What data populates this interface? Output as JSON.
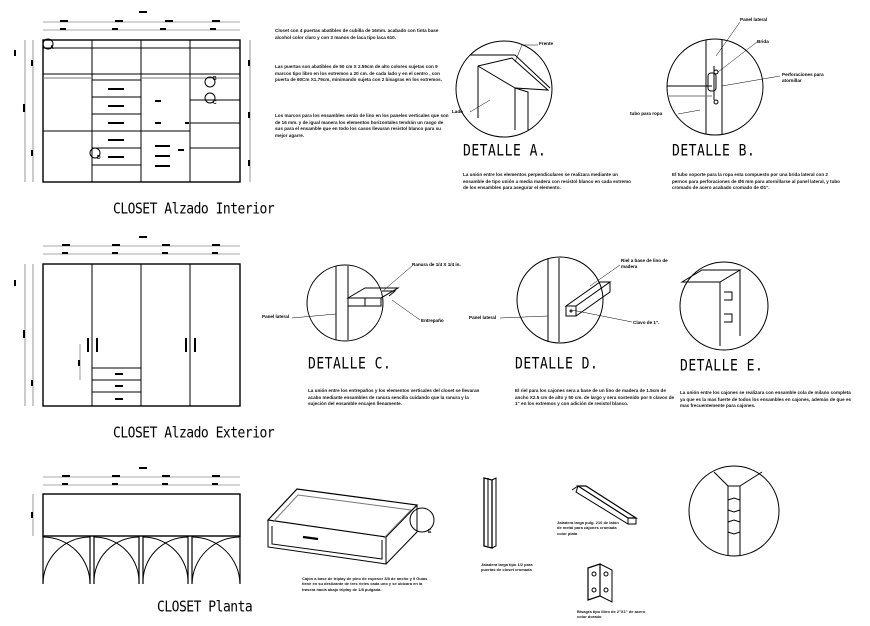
{
  "titles": {
    "interior": "CLOSET Alzado Interior",
    "exterior": "CLOSET Alzado Exterior",
    "planta": "CLOSET Planta"
  },
  "details": {
    "a": "DETALLE A.",
    "b": "DETALLE B.",
    "c": "DETALLE C.",
    "d": "DETALLE D.",
    "e": "DETALLE E."
  },
  "markers": {
    "a": "A",
    "b": "B",
    "c": "C",
    "d": "D",
    "e": "E"
  },
  "notes": {
    "n1": "Closet con 4 puertas abatibles de cubilla de 16mm. acabado con tinta base alcohol color claro y con 3 manos de laca tipo laca 610.",
    "n2": "Las puertas son abatibles de 50 cm X 2.59cm de alto colores sujetas con 9 marcos tipo libro en los extremos a 20 cm. de cada lado y en el centro , con puerta de 60Cm X1.79cm, minimando sujeta con 2 bisagras en los extremos.",
    "n3": "Los marcos para los ensambles serán de lino en los paneles verticales que son de 16 mm. y de igual manera los elementos horizontales tendrán un rasgo de sus para el ensamble que en todo los casos llevaran resistol blanco para su mejor agarre.",
    "n4": "La unión entre los elementos perpendiculares se realizara mediante un ensamble de tipo unión a media madera con resistol blanco en cada extremo de los ensambles para asegurar el elemento.",
    "n5": "El tubo soporte para la ropa esta compuesto por una brida lateral con 2 pernos para perforaciones de Ø5 mm para atornillarse al panel lateral, y tubo cromado de acero acabado cromado de Ø1\".",
    "n6": "La unión entre los entrepaños y los elementos verticales del closet se llevaran acabo mediante ensambles de ranura sencilla cuidando que la ranura y la sujeción del ensamble encajen llenamente.",
    "n7": "El riel para los cajones sera a base de un lino de madera de 1.5cm de ancho X2.5 cm de alto y 50 cm. de largo y sera sostenido por 5 clavos de 1\" en los extremos y con adición de resistol blanco.",
    "n8": "La unión entre los cajones se realizara con ensamble cola de milano completa ya que es la mas fuerte de todos los ensambles en cajones, además de que es mas frecuentemente para cajones.",
    "n9": "Cajón a base de triplay de pino de espesor 3/8 de ancho y 9 Guías tiene en su deslizante de tres rieles cada uno y se ubicara en la trasera hacia abajo triplay de 1/8 pulgada.",
    "n10": "Jaladera larga tipo 1/2 para puertas de closet cromada",
    "n11": "Jaladera larga pulg. 210 de latón de metal para cajones cromada color plata",
    "n12": "Bisagra tipo libro de 2\"X1\" de acero color dorado"
  },
  "labels": {
    "frente": "Frente",
    "lado": "Lado",
    "panel_lateral_b": "Panel lateral",
    "brida": "Brida",
    "perforaciones": "Perforaciones para atornillar",
    "tubo_ropa": "tubo para ropa",
    "ranura": "Ranura de 1/4 X 1/4 in.",
    "panel_lateral_c": "Panel lateral",
    "entrepano": "Entrepaño",
    "riel_madera": "Riel a base de lino de madera",
    "panel_lateral_d": "Panel lateral",
    "clavo": "Clavo de 1\"."
  },
  "colors": {
    "ink": "#000000",
    "paper": "#ffffff",
    "dim": "#555555"
  }
}
